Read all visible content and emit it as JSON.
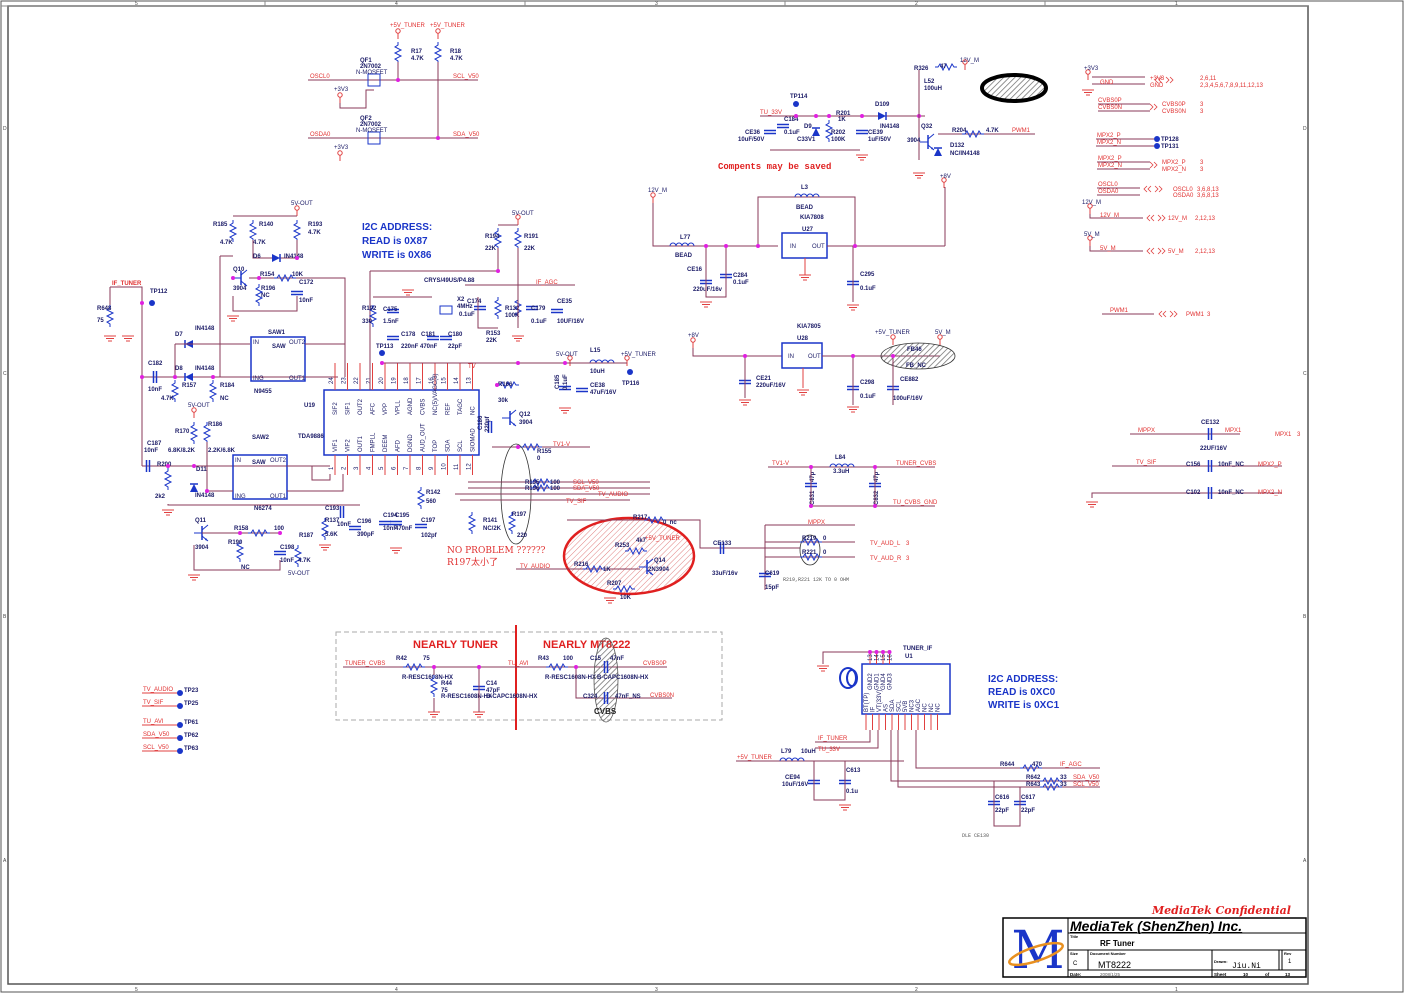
{
  "sheet": {
    "border_zones_top": [
      "5",
      "4",
      "3",
      "2",
      "1"
    ],
    "border_zones_side": [
      "D",
      "C",
      "B",
      "A"
    ]
  },
  "title_block": {
    "confidential": "MediaTek Confidential",
    "company": "MediaTek (ShenZhen) Inc.",
    "title_label": "Title",
    "title": "RF Tuner",
    "size_label": "Size",
    "size": "C",
    "docnum_label": "Document Number",
    "docnum": "MT8222",
    "drawn_label": "Drawn:",
    "drawn": "Jiu.Ni",
    "rev_label": "Rev",
    "rev": "1",
    "date_label": "Date:",
    "date": "2008/1/25",
    "sheet_label": "Sheet",
    "sheet": "10",
    "of_label": "of",
    "of": "13",
    "logo_letter": "M"
  },
  "level_shifter": {
    "pwr1": "+5V_TUNER",
    "pwr2": "+5V_TUNER",
    "r17": "R17",
    "r17v": "4.7K",
    "r18": "R18",
    "r18v": "4.7K",
    "qf1": "QF1",
    "qf1p": "2N7002",
    "qf1t": "N-MOSFET",
    "qf2": "QF2",
    "qf2p": "2N7002",
    "qf2t": "N-MOSFET",
    "oscl": "OSCL0",
    "osda": "OSDA0",
    "scl": "SCL_V50",
    "sda": "SDA_V50",
    "v33a": "+3V3",
    "v33b": "+3V3"
  },
  "tu33_circuit": {
    "tu33": "TU_33V",
    "tp114": "TP114",
    "c184": "C184",
    "c184v": "0.1uF",
    "ce36": "CE36",
    "ce36v": "10uF/50V",
    "d9": "D9",
    "d9v": "C33V1",
    "r201": "R201",
    "r201v": "1K",
    "r202": "R202",
    "r202v": "100K",
    "ce39": "CE39",
    "ce39v": "1uF/50V",
    "d109": "D109",
    "d109v": "IN4148",
    "r326": "R326",
    "r326v": "47",
    "v12m": "12V_M",
    "l52": "L52",
    "l52v": "100uH",
    "q32": "Q32",
    "q32v": "3904",
    "r204": "R204",
    "r204v": "4.7K",
    "pwm1": "PWM1",
    "d132": "D132",
    "d132v": "NC/IN4148",
    "v8": "+8V",
    "note": "Compents may be saved"
  },
  "regulators": {
    "v12m": "12V_M",
    "l77": "L77",
    "l77v": "BEAD",
    "l3": "L3",
    "l3v": "BEAD",
    "kia7808": "KIA7808",
    "u27": "U27",
    "in": "IN",
    "out": "OUT",
    "gnd": "GND",
    "ce16": "CE16",
    "ce16v": "220uF/16v",
    "c284": "C284",
    "c284v": "0.1uF",
    "c295": "C295",
    "c295v": "0.1uF",
    "v8": "+8V",
    "v8b": "+8V",
    "kia7805": "KIA7805",
    "u28": "U28",
    "ce21": "CE21",
    "ce21v": "220uF/16V",
    "c298": "C298",
    "c298v": "0.1uF",
    "v5t": "+5V_TUNER",
    "v5m": "5V_M",
    "fb": "FB46",
    "fbv": "FB_NC",
    "ce882": "CE882",
    "ce882v": "100uF/16V"
  },
  "offpage": {
    "rows": [
      {
        "net": "+3V3",
        "label": "+3V3",
        "sheets": "2,6,11"
      },
      {
        "net": "GND",
        "label": "GND",
        "sheets": "2,3,4,5,6,7,8,9,11,12,13"
      },
      {
        "net": "CVBS0P",
        "label": "CVBS0P",
        "sheets": "3"
      },
      {
        "net": "CVBS0N",
        "label": "CVBS0N",
        "sheets": "3"
      },
      {
        "net": "MPX2_P",
        "label": "MPX2_P",
        "sheets": "3"
      },
      {
        "net": "MPX2_N",
        "label": "MPX2_N",
        "sheets": "3"
      },
      {
        "net": "OSCL0",
        "label": "OSCL0",
        "sheets": "3,6,8,13"
      },
      {
        "net": "OSDA0",
        "label": "OSDA0",
        "sheets": "3,6,8,13"
      },
      {
        "net": "12V_M",
        "label": "12V_M",
        "sheets": "2,12,13"
      },
      {
        "net": "5V_M",
        "label": "5V_M",
        "sheets": "2,12,13"
      },
      {
        "net": "PWM1",
        "label": "PWM1",
        "sheets": "3"
      }
    ],
    "pwr_3v3": "+3V3",
    "pwr_12v": "12V_M",
    "pwr_5v": "5V_M",
    "tp_mpx_p_net": "MPX2_P",
    "tp_mpx_n_net": "MPX2_N",
    "tp128": "TP128",
    "tp131": "TP131"
  },
  "i2c_tda": {
    "l1": "I2C ADDRESS:",
    "l2": "READ is 0X87",
    "l3": "WRITE is 0X86"
  },
  "i2c_tuner": {
    "l1": "I2C ADDRESS:",
    "l2": "READ is 0XC0",
    "l3": "WRITE is 0XC1"
  },
  "tda9886": {
    "ref": "U19",
    "part": "TDA9886",
    "top_pins": [
      "SIF2",
      "SIF1",
      "OUT2",
      "AFC",
      "VPP",
      "VPLL",
      "AGND",
      "CVBS",
      "NC(5)/VAGC(8)",
      "REF",
      "TAGC",
      "NC"
    ],
    "top_nums": [
      "24",
      "23",
      "22",
      "21",
      "20",
      "19",
      "18",
      "17",
      "16",
      "15",
      "14",
      "13"
    ],
    "bot_pins": [
      "VIF1",
      "VIF2",
      "OUT1",
      "FMPLL",
      "DEEM",
      "AFD",
      "DGND",
      "AUD_OUT",
      "TOP",
      "SDA",
      "SCL",
      "SIOMAD"
    ],
    "bot_nums": [
      "1",
      "2",
      "3",
      "4",
      "5",
      "6",
      "7",
      "8",
      "9",
      "10",
      "11",
      "12"
    ]
  },
  "if_section": {
    "if_tuner": "IF_TUNER",
    "tp112": "TP112",
    "r648": "R648",
    "r648v": "75",
    "c182": "C182",
    "c182v": "10nF",
    "d7": "D7",
    "d7v": "IN4148",
    "d8": "D8",
    "d8v": "IN4148",
    "r157": "R157",
    "r157v": "4.7K",
    "r184": "R184",
    "r184v": "NC",
    "r185": "R185",
    "r185v": "4.7K",
    "r140": "R140",
    "r140v": "4.7K",
    "r193": "R193",
    "r193v": "4.7K",
    "v5out": "5V-OUT",
    "d6": "D6",
    "d6v": "IN4148",
    "q10": "Q10",
    "q10v": "3904",
    "r154": "R154",
    "r154v": "10K",
    "r196": "R196",
    "r196v": "NC",
    "c172": "C172",
    "c172v": "10nF",
    "saw1": "SAW1",
    "saw1p": "N9455",
    "saw": "SAW",
    "saw_in": "IN",
    "saw_ing": "ING",
    "saw_out1": "OUT1",
    "saw_out2": "OUT2",
    "saw_gnd": "GND",
    "saw2": "SAW2",
    "saw2p": "N6274",
    "c187": "C187",
    "c187v": "10nF",
    "r200": "R200",
    "r200v": "2k2",
    "r170": "R170",
    "r170v": "6.8K/8.2K",
    "r186": "R186",
    "r186v": "2.2K/6.8K",
    "d11": "D11",
    "d11v": "IN4148",
    "v5out2": "5V-OUT",
    "q11": "Q11",
    "q11v": "3904",
    "r158": "R158",
    "r158v": "100",
    "r190": "R190",
    "r190v": "NC",
    "c198": "C198",
    "c198v": "10nF",
    "r187": "R187",
    "r187v": "4.7K",
    "v5out3": "5V-OUT"
  },
  "tda_periph": {
    "cryst": "CRYS/49US/P4.88",
    "v5out": "5V-OUT",
    "if_agc": "IF_AGC",
    "r192": "R192",
    "r192v": "330",
    "c175": "C175",
    "c175v": "1.5nF",
    "c178": "C178",
    "c178v": "220nF",
    "c181": "C181",
    "c181v": "470nF",
    "c180": "C180",
    "c180v": "22pF",
    "x2": "X2",
    "x2v": "4MHz",
    "c174": "C174",
    "c174v": "0.1uF",
    "r194": "R194",
    "r194v": "22K",
    "r191": "R191",
    "r191v": "22K",
    "r153": "R153",
    "r153v": "22K",
    "r132": "R132",
    "r132v": "100K",
    "c179": "C179",
    "c179v": "0.1uF",
    "ce35": "CE35",
    "ce35v": "10UF/16V",
    "tp113": "TP113",
    "tv": "TV",
    "v5out2": "5V-OUT",
    "l15": "L15",
    "l15v": "10uH",
    "v5t": "+5V_TUNER",
    "tp116": "TP116",
    "c185": "C185",
    "c185v": "0.1uF",
    "ce38": "CE38",
    "ce38v": "47uF/16V",
    "r166": "R166",
    "r166v": "30k",
    "q12": "Q12",
    "q12v": "3904",
    "c186": "C186",
    "c186v": "220pf",
    "tv1v": "TV1-V",
    "r155": "R155",
    "r155v": "0",
    "r135": "R135",
    "r135v": "100",
    "r136": "R136",
    "r136v": "100",
    "scl": "SCL_V50",
    "sda": "SDA_V50",
    "tvaudio": "TV_AUDIO",
    "tvsif": "TV_SIF",
    "c193": "C193",
    "c193v": "10nF",
    "r137": "R137",
    "r137v": "5.6K",
    "c196": "C196",
    "c196v": "390pF",
    "c194": "C194",
    "c195": "C195",
    "c194v": "10nF",
    "c195v": "470nF",
    "r142": "R142",
    "r142v": "560",
    "c197": "C197",
    "c197v": "102pf",
    "r141": "R141",
    "r141v": "NC/2K",
    "r197": "R197",
    "r197v": "220",
    "note1": "NO PROBLEM ??????",
    "note2": "R197太小了"
  },
  "audio_amp": {
    "r217": "R217",
    "r217v": "0_nc",
    "r253": "R253",
    "r253v": "4k7",
    "v5t": "+5V_TUNER",
    "q14": "Q14",
    "q14v": "2N3904",
    "r216": "R216",
    "r216v": "1K",
    "r207": "R207",
    "r207v": "10K",
    "tvaudio": "TV_AUDIO",
    "ce133": "CE133",
    "ce133v": "33uF/16v",
    "c619": "C619",
    "c619v": "15pF",
    "mppx": "MPPX",
    "r219": "R219",
    "r221": "R221",
    "r219v": "0",
    "r221v": "0",
    "aud_l": "TV_AUD_L",
    "aud_r": "TV_AUD_R",
    "aud_sheet": "3",
    "note": "R219,R221 12K TO 0 OHM"
  },
  "cvbs_filter": {
    "tv1v": "TV1-V",
    "l84": "L84",
    "l84v": "3.3uH",
    "c831": "C831",
    "c832": "C832",
    "cv": "47p",
    "tuner_cvbs": "TUNER_CVBS",
    "tu_cvbs_gnd": "TU_CVBS_GND"
  },
  "mpx": {
    "mppx": "MPPX",
    "ce132": "CE132",
    "ce132v": "22UF/16V",
    "mpx1": "MPX1",
    "mpx1_off": "MPX1",
    "mpx1_sheet": "3",
    "tvsif": "TV_SIF",
    "c156": "C156",
    "c156v": "10nF_NC",
    "mpx2p": "MPX2_P",
    "c102": "C102",
    "c102v": "10nF_NC",
    "mpx2n": "MPX2_N"
  },
  "nearly": {
    "h1": "NEARLY TUNER",
    "h2": "NEARLY MT8222",
    "tuner_cvbs": "TUNER_CVBS",
    "r42": "R42",
    "r42v": "75",
    "r42f": "R-RESC1608N-HX",
    "r44": "R44",
    "r44v": "75",
    "r44f": "R-RESC1608N-HX",
    "c14": "C14",
    "c14v": "47pF",
    "c14f": "B-CAPC1608N-HX",
    "tuavi": "TU_AVI",
    "r43": "R43",
    "r43v": "100",
    "r43f": "R-RESC1608N-HX",
    "c15": "C15",
    "c15v": "47nF",
    "c15f": "B-CAPC1608N-HX",
    "cvbs0p": "CVBS0P",
    "c324": "C324",
    "c324v": "47nF_NS",
    "cvbs0n": "CVBS0N",
    "cvbs": "CVBS"
  },
  "testpoints": [
    {
      "net": "TV_AUDIO",
      "tp": "TP23"
    },
    {
      "net": "TV_SIF",
      "tp": "TP25"
    },
    {
      "net": "TU_AVI",
      "tp": "TP61"
    },
    {
      "net": "SDA_V50",
      "tp": "TP62"
    },
    {
      "net": "SCL_V50",
      "tp": "TP63"
    }
  ],
  "tuner": {
    "name": "TUNER_IF",
    "ref": "U1",
    "pins": [
      "BT(TP)",
      "IF",
      "VT(33V)",
      "AS",
      "SDA",
      "SCL",
      "5VB",
      "NC3",
      "AGC",
      "NC",
      "NC",
      "NC"
    ],
    "gnd_pins": [
      "GND2",
      "GND1",
      "GND4",
      "GND3"
    ],
    "gnd_nums": [
      "13",
      "14",
      "15",
      "16"
    ],
    "v5t": "+5V_TUNER",
    "l79": "L79",
    "l79v": "10uH",
    "if_tuner": "IF_TUNER",
    "tu33": "TU_33V",
    "ce94": "CE94",
    "ce94v": "10uF/16V",
    "c613": "C613",
    "c613v": "0.1u",
    "r644": "R644",
    "r644v": "470",
    "if_agc": "IF_AGC",
    "r642": "R642",
    "r642v": "33",
    "sda": "SDA_V50",
    "r643": "R643",
    "r643v": "33",
    "scl": "SCL_V50",
    "c616": "C616",
    "c616v": "22pF",
    "c617": "C617",
    "c617v": "22pF",
    "gnd_note": "DLE CE130"
  },
  "colors": {
    "wire": "#8a3a5a",
    "pin": "#e04040",
    "part": "#1a35c8",
    "junction": "#e020e0",
    "net": "#e03030"
  }
}
